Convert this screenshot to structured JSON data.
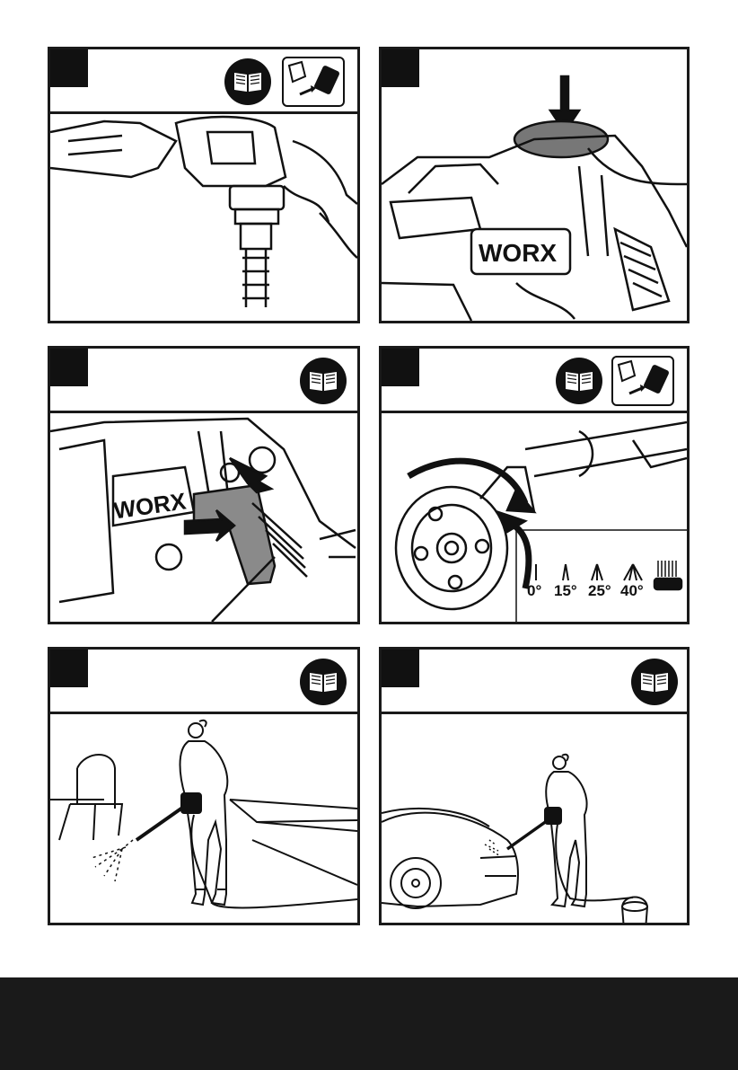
{
  "steps": [
    {
      "id": "panel-1",
      "number": "",
      "icons": [
        "book-icon",
        "battery-insert-icon"
      ]
    },
    {
      "id": "panel-2",
      "number": "",
      "icons": []
    },
    {
      "id": "panel-3",
      "number": "",
      "icons": [
        "book-icon"
      ]
    },
    {
      "id": "panel-4",
      "number": "",
      "icons": [
        "book-icon",
        "battery-insert-icon"
      ]
    },
    {
      "id": "panel-5",
      "number": "",
      "icons": [
        "book-icon"
      ]
    },
    {
      "id": "panel-6",
      "number": "",
      "icons": [
        "book-icon"
      ]
    }
  ],
  "brand": {
    "name": "WORX"
  },
  "spray_angles": [
    "0°",
    "15°",
    "25°",
    "40°"
  ],
  "illustrations": {
    "panel-1": "hose-connection",
    "panel-2": "power-button",
    "panel-3": "trigger-lock",
    "panel-4": "nozzle-rotation",
    "panel-5": "woman-spraying-chair",
    "panel-6": "woman-washing-car"
  },
  "colors": {
    "ink": "#1a1a1a",
    "background": "#ffffff",
    "trigger": "#8a8a8a",
    "footer": "#1a1a1a"
  }
}
